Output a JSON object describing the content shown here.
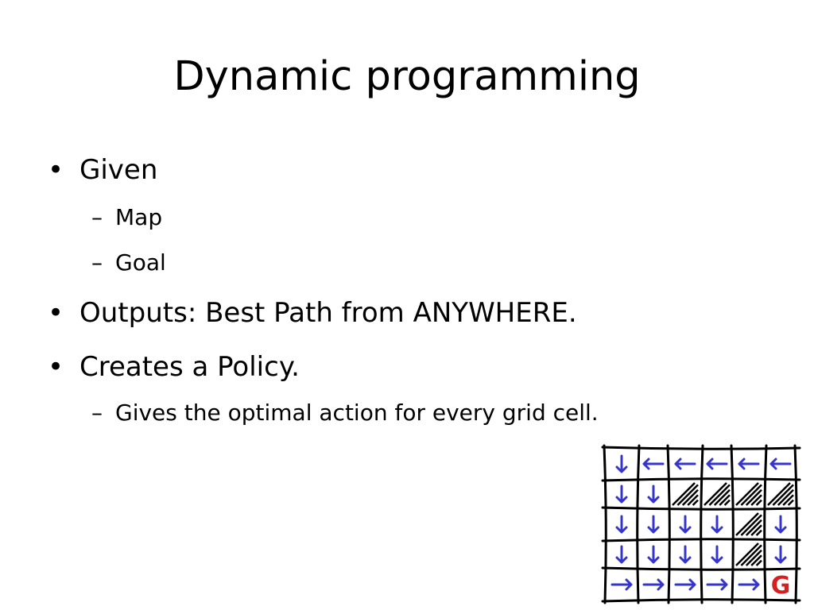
{
  "slide": {
    "title": "Dynamic programming",
    "bullets": [
      {
        "text": "Given",
        "sub": [
          "Map",
          "Goal"
        ]
      },
      {
        "text": "Outputs: Best Path from ANYWHERE.",
        "sub": []
      },
      {
        "text": "Creates a Policy.",
        "sub": [
          "Gives the optimal action for every grid cell."
        ]
      }
    ],
    "bullet_glyph": "•",
    "dash_glyph": "–"
  },
  "policy_grid": {
    "rows": [
      [
        "down-arrow-icon",
        "left-arrow-icon",
        "left-arrow-icon",
        "left-arrow-icon",
        "left-arrow-icon",
        "left-arrow-icon"
      ],
      [
        "down-arrow-icon",
        "down-arrow-icon",
        "obstacle",
        "obstacle",
        "obstacle",
        "obstacle"
      ],
      [
        "down-arrow-icon",
        "down-arrow-icon",
        "down-arrow-icon",
        "down-arrow-icon",
        "obstacle",
        "down-arrow-icon"
      ],
      [
        "down-arrow-icon",
        "down-arrow-icon",
        "down-arrow-icon",
        "down-arrow-icon",
        "obstacle",
        "down-arrow-icon"
      ],
      [
        "right-arrow-icon",
        "right-arrow-icon",
        "right-arrow-icon",
        "right-arrow-icon",
        "right-arrow-icon",
        "goal"
      ]
    ],
    "goal_label": "G",
    "arrow_color": "#3535cc",
    "goal_color": "#d42020"
  }
}
